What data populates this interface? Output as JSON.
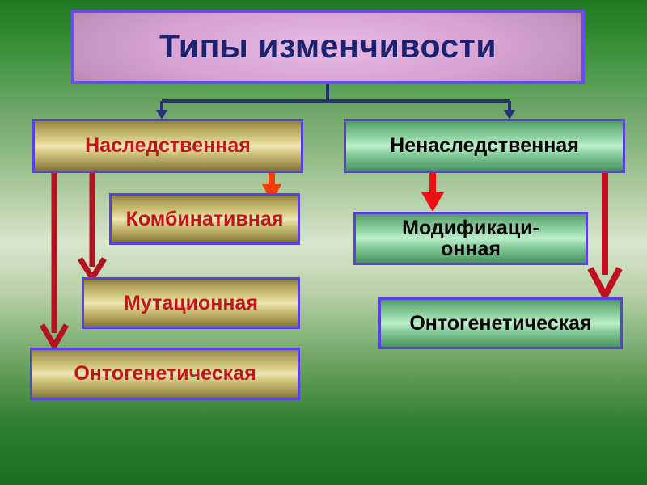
{
  "slide": {
    "title": "Типы изменчивости",
    "background_top_color": "#1f7a22",
    "background_mid_color": "#d8e6cc",
    "background_bottom_color": "#1d6d1e"
  },
  "theme": {
    "box_border_color": "#5b3fe0",
    "title_text_color": "#1c2170",
    "title_fill_color": "#d9a3d4",
    "gold_fill_color": "#dcd28c",
    "gold_text_color": "#c4131a",
    "green_fill_color": "#9ddcae",
    "green_text_color": "#000000",
    "navy_connector_color": "#2a2f7a",
    "orange_arrow_color": "#f53c06",
    "red_arrow_color": "#c4131a",
    "bright_red_arrow_color": "#ee1111"
  },
  "nodes": {
    "title": {
      "label": "Типы изменчивости"
    },
    "hereditary": {
      "label": "Наследственная"
    },
    "non_hereditary": {
      "label": "Ненаследственная"
    },
    "combinative": {
      "label": "Комбинативная"
    },
    "mutational": {
      "label": "Мутационная"
    },
    "ontogenetic_left": {
      "label": "Онтогенетическая"
    },
    "modification_line1": {
      "label": "Модификаци-"
    },
    "modification_line2": {
      "label": "онная"
    },
    "ontogenetic_right": {
      "label": "Онтогенетическая"
    }
  },
  "connectors": [
    {
      "name": "title-to-hereditary",
      "style": "navy-bracket",
      "from": "title",
      "to": "hereditary"
    },
    {
      "name": "title-to-non-hereditary",
      "style": "navy-bracket",
      "from": "title",
      "to": "non_hereditary"
    },
    {
      "name": "hereditary-to-combinative",
      "style": "orange-solid-head",
      "from": "hereditary",
      "to": "combinative"
    },
    {
      "name": "hereditary-to-mutational",
      "style": "dark-red-chevron",
      "from": "hereditary",
      "to": "mutational"
    },
    {
      "name": "hereditary-to-ontogenetic",
      "style": "dark-red-chevron",
      "from": "hereditary",
      "to": "ontogenetic_left"
    },
    {
      "name": "non-hereditary-to-modification",
      "style": "bright-red-solid-head",
      "from": "non_hereditary",
      "to": "modification"
    },
    {
      "name": "non-hereditary-to-ontogenetic",
      "style": "dark-red-chevron",
      "from": "non_hereditary",
      "to": "ontogenetic_right"
    }
  ]
}
